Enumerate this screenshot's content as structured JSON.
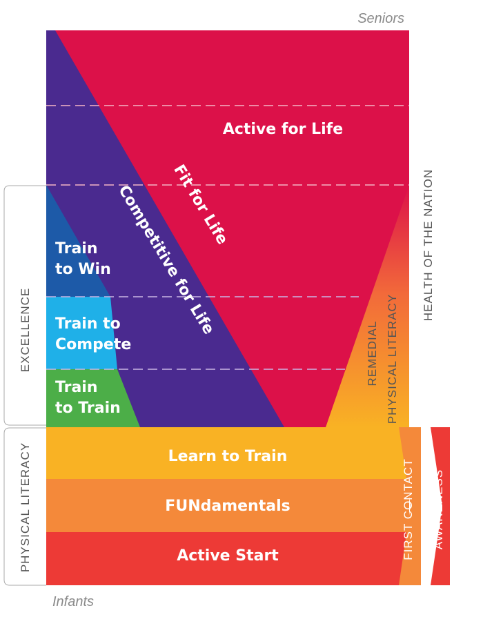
{
  "labels": {
    "top": "Seniors",
    "bottom": "Infants",
    "active_for_life": "Active for Life",
    "fit_for_life": "Fit for Life",
    "competitive_for_life": "Competitive for Life",
    "train_to_win": [
      "Train",
      "to Win"
    ],
    "train_to_compete": [
      "Train to",
      "Compete"
    ],
    "train_to_train": [
      "Train",
      "to Train"
    ],
    "learn_to_train": "Learn to Train",
    "fundamentals": "FUNdamentals",
    "active_start": "Active Start",
    "excellence": "EXCELLENCE",
    "physical_literacy": "PHYSICAL LITERACY",
    "remedial": [
      "REMEDIAL",
      "PHYSICAL LITERACY"
    ],
    "health_of_nation": "HEALTH OF THE NATION",
    "first_contact": "FIRST CONTACT",
    "awareness": "AWARENESS"
  },
  "colors": {
    "crimson": "#dc1149",
    "purple": "#4a2a8f",
    "navy": "#1d5aa8",
    "sky": "#1fb0e8",
    "green": "#4cae48",
    "yellow": "#f9b224",
    "orange": "#f4893a",
    "red": "#ed3a36"
  }
}
